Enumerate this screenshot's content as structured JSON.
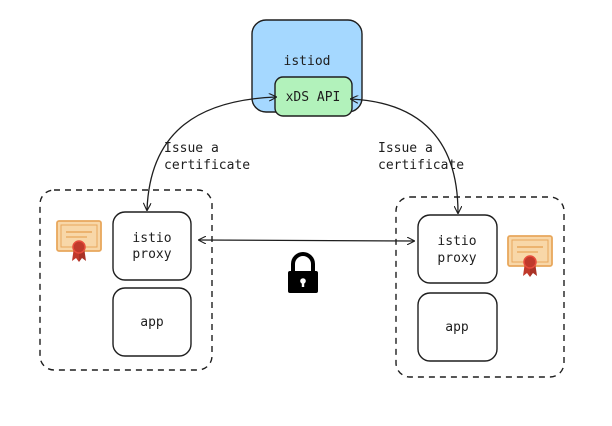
{
  "istiod": {
    "label": "istiod",
    "fill": "#a5d8ff"
  },
  "xds_api": {
    "label": "xDS API",
    "fill": "#b2f2bb"
  },
  "left_issue": {
    "line1": "Issue a",
    "line2": "certificate"
  },
  "right_issue": {
    "line1": "Issue a",
    "line2": "certificate"
  },
  "left_pod": {
    "proxy": {
      "line1": "istio",
      "line2": "proxy"
    },
    "app": {
      "label": "app"
    }
  },
  "right_pod": {
    "proxy": {
      "line1": "istio",
      "line2": "proxy"
    },
    "app": {
      "label": "app"
    }
  },
  "icons": {
    "certificate": "certificate-icon",
    "lock": "lock-icon"
  },
  "colors": {
    "certificate_paper": "#f8d7a8",
    "certificate_border": "#e8a75c",
    "ribbon": "#c0392b",
    "stroke": "#1e1e1e"
  }
}
